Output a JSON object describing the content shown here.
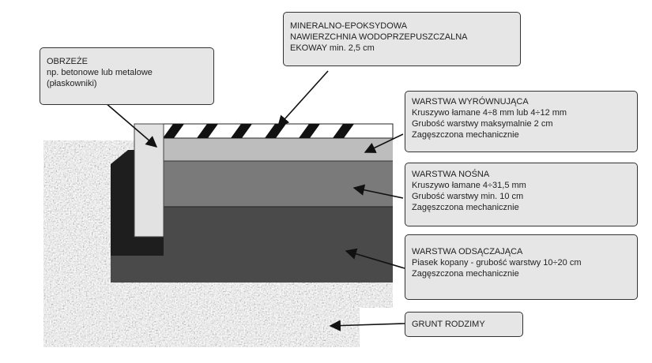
{
  "callouts": {
    "surface": {
      "lines": [
        "MINERALNO-EPOKSYDOWA",
        "NAWIERZCHNIA WODOPRZEPUSZCZALNA",
        "EKOWAY min. 2,5 cm"
      ]
    },
    "edge": {
      "title": "OBRZEŻE",
      "lines": [
        "np. betonowe lub metalowe",
        "(płaskowniki)"
      ]
    },
    "leveling": {
      "title": "WARSTWA WYRÓWNUJĄCA",
      "lines": [
        "Kruszywo łamane 4÷8 mm lub 4÷12 mm",
        "Grubość warstwy maksymalnie 2 cm",
        "Zagęszczona mechanicznie"
      ]
    },
    "bearing": {
      "title": "WARSTWA NOŚNA",
      "lines": [
        "Kruszywo łamane 4÷31,5 mm",
        "Grubość warstwy min. 10 cm",
        "Zagęszczona mechanicznie"
      ]
    },
    "drainage": {
      "title": "WARSTWA ODSĄCZAJĄCA",
      "lines": [
        "Piasek kopany - grubość warstwy 10÷20 cm",
        "Zagęszczona mechanicznie"
      ]
    },
    "native_soil": {
      "title": "GRUNT RODZIMY"
    }
  },
  "colors": {
    "surface": "#ffffff",
    "leveling": "#bdbdbd",
    "bearing": "#7a7a7a",
    "drainage": "#4a4a4a",
    "edge_block": "#e2e2e2",
    "edge_shadow": "#1e1e1e",
    "callout_bg": "#e6e6e6"
  }
}
